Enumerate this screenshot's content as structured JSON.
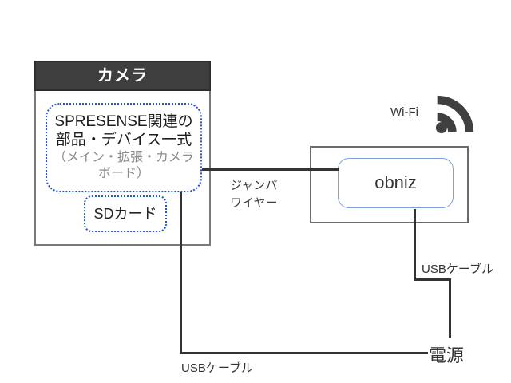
{
  "diagram": {
    "camera": {
      "title": "カメラ",
      "spresense_label": "SPRESENSE関連の\n部品・デバイス一式",
      "spresense_sublabel": "（メイン・拡張・カメラ\nボード）",
      "sdcard_label": "SDカード"
    },
    "obniz": {
      "label": "obniz"
    },
    "wifi": {
      "label": "Wi-Fi",
      "icon": "wifi-signal-icon"
    },
    "power": {
      "label": "電源"
    },
    "connections": {
      "jumper_label": "ジャンパ\nワイヤー",
      "usb_cable_camera_label": "USBケーブル",
      "usb_cable_obniz_label": "USBケーブル"
    },
    "colors": {
      "header_bg": "#3f3f3f",
      "header_text": "#ffffff",
      "dotted_border_blue": "#2156d4",
      "solid_border_gray": "#6b6b6b",
      "obniz_border_blue": "#7ea3d8",
      "cable_line": "#333333",
      "subtext_gray": "#8c8c8c",
      "wifi_icon": "#404040"
    }
  }
}
